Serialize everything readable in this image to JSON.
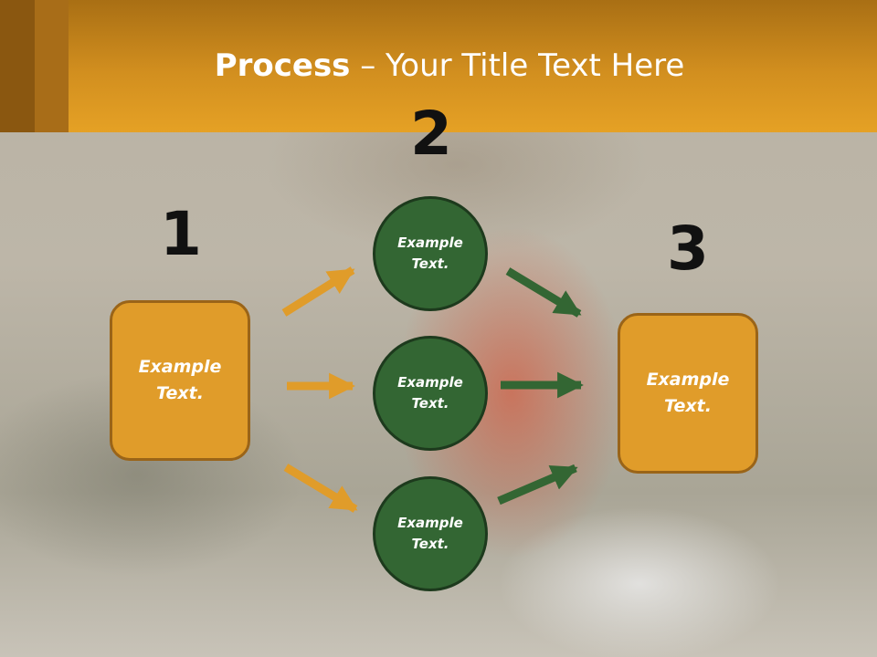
{
  "header": {
    "title_bold": "Process",
    "title_rest": " – Your Title Text Here"
  },
  "colors": {
    "accent_orange": "#e09c2a",
    "node_green": "#336633",
    "arrow_orange": "#e09c2a",
    "arrow_green": "#336633"
  },
  "steps": [
    {
      "number": "1",
      "label": "Example Text."
    },
    {
      "number": "2",
      "nodes": [
        "Example Text.",
        "Example Text.",
        "Example Text."
      ]
    },
    {
      "number": "3",
      "label": "Example Text."
    }
  ]
}
